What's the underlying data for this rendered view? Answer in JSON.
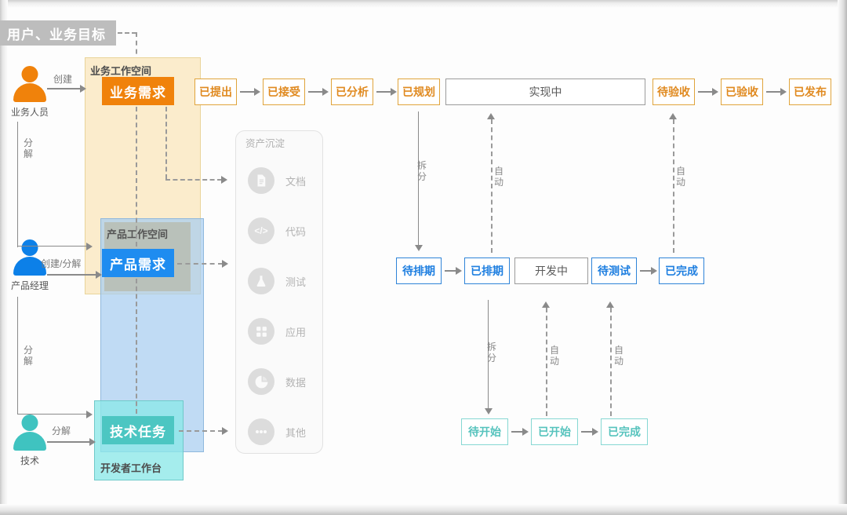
{
  "banner": {
    "label": "用户、业务目标"
  },
  "actors": [
    {
      "name": "业务人员",
      "color": "#f0820b",
      "action": "创建",
      "split": "分解"
    },
    {
      "name": "产品经理",
      "color": "#1e8cf0",
      "action": "创建/分解",
      "split": "分解"
    },
    {
      "name": "技术",
      "color": "#4cc6c2",
      "action": "分解",
      "split": ""
    }
  ],
  "workspaces": {
    "business": {
      "title": "业务工作空间",
      "chip": "业务需求",
      "color": "#f0820b"
    },
    "product": {
      "title": "产品工作空间",
      "chip": "产品需求",
      "color": "#1e8cf0"
    },
    "dev": {
      "title": "开发者工作台",
      "chip": "技术任务",
      "color": "#4cc6c2"
    }
  },
  "asset_panel": {
    "title": "资产沉淀",
    "items": [
      {
        "label": "文档",
        "icon": "document-icon"
      },
      {
        "label": "代码",
        "icon": "code-icon"
      },
      {
        "label": "测试",
        "icon": "flask-icon"
      },
      {
        "label": "应用",
        "icon": "apps-grid-icon"
      },
      {
        "label": "数据",
        "icon": "pie-chart-icon"
      },
      {
        "label": "其他",
        "icon": "ellipsis-icon"
      }
    ]
  },
  "flows": {
    "business": {
      "color": "#e08a20",
      "states": [
        "已提出",
        "已接受",
        "已分析",
        "已规划",
        "实现中",
        "待验收",
        "已验收",
        "已发布"
      ],
      "wide_state": "实现中"
    },
    "product": {
      "color": "#1f7fe0",
      "states": [
        "待排期",
        "已排期",
        "开发中",
        "待测试",
        "已完成"
      ],
      "wide_state": "开发中"
    },
    "tech": {
      "color": "#56c3bd",
      "states": [
        "待开始",
        "已开始",
        "已完成"
      ]
    }
  },
  "connectors": {
    "split": "拆分",
    "auto": "自动"
  }
}
